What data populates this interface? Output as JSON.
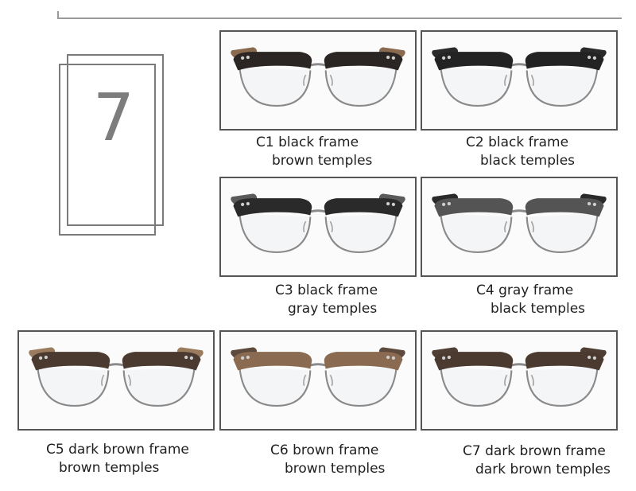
{
  "series_number": "7",
  "variants": [
    {
      "frame_color": "#2b2623",
      "temple_color": "#8a6a4f",
      "line1": "C1 black frame",
      "line2": "brown temples"
    },
    {
      "frame_color": "#232323",
      "temple_color": "#2a2a2a",
      "line1": "C2 black frame",
      "line2": "black temples"
    },
    {
      "frame_color": "#2a2a2a",
      "temple_color": "#5a5a5a",
      "line1": "C3 black frame",
      "line2": "gray temples"
    },
    {
      "frame_color": "#545454",
      "temple_color": "#2a2a2a",
      "line1": "C4 gray frame",
      "line2": "black temples"
    },
    {
      "frame_color": "#4a3a30",
      "temple_color": "#9b7b5e",
      "line1": "C5 dark brown frame",
      "line2": "brown temples"
    },
    {
      "frame_color": "#8a6a50",
      "temple_color": "#5e4a3c",
      "line1": "C6 brown frame",
      "line2": "brown temples"
    },
    {
      "frame_color": "#4a3a30",
      "temple_color": "#4f3e33",
      "line1": "C7 dark brown frame",
      "line2": "dark brown temples"
    }
  ]
}
